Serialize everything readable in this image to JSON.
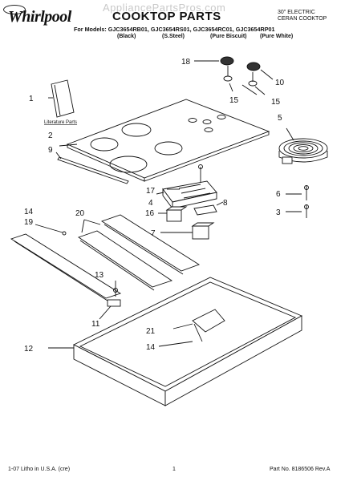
{
  "header": {
    "brand": "Whirlpool",
    "watermark": "AppliancePartsPros.com",
    "title": "COOKTOP PARTS",
    "category_line1": "30\" ELECTRIC",
    "category_line2": "CERAN COOKTOP",
    "models_label": "For Models: GJC3654RB01, GJC3654RS01, GJC3654RC01, GJC3654RP01",
    "finishes": [
      "(Black)",
      "(S.Steel)",
      "(Pure Biscuit)",
      "(Pure White)"
    ]
  },
  "diagram": {
    "literature_label": "Literature Parts",
    "callouts": [
      "18",
      "10",
      "15",
      "15",
      "1",
      "5",
      "2",
      "9",
      "17",
      "4",
      "8",
      "6",
      "3",
      "16",
      "7",
      "14",
      "19",
      "20",
      "13",
      "11",
      "21",
      "14",
      "12"
    ]
  },
  "footer": {
    "left": "1-07 Litho in U.S.A. (cre)",
    "page": "1",
    "right": "Part No. 8186506 Rev.A"
  }
}
